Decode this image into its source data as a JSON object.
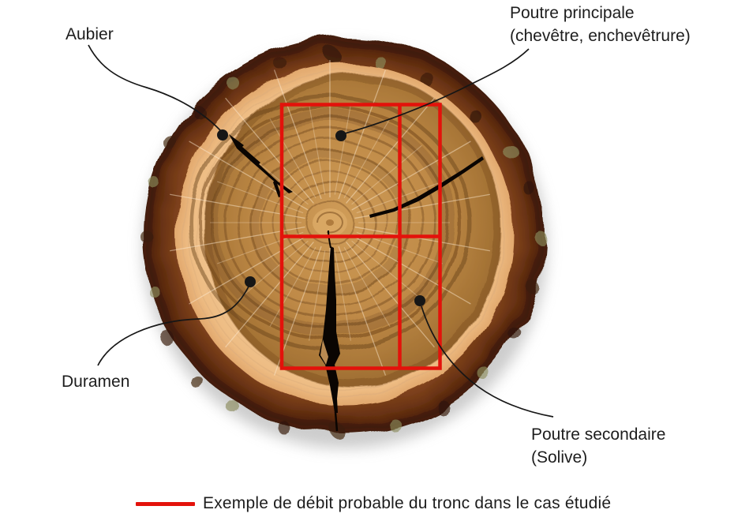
{
  "annotations": {
    "aubier": {
      "label": "Aubier"
    },
    "poutre_principale": {
      "label_line1": "Poutre principale",
      "label_line2": "(chevêtre, enchevêtrure)"
    },
    "duramen": {
      "label": "Duramen"
    },
    "poutre_secondaire": {
      "label_line1": "Poutre secondaire",
      "label_line2": "(Solive)"
    }
  },
  "legend": {
    "label": "Exemple de débit probable du tronc dans le cas étudié",
    "swatch": "red-line"
  },
  "colors": {
    "overlay_red": "#e3120b",
    "leader_black": "#161616",
    "background": "#ffffff",
    "text": "#1d1d1d"
  }
}
